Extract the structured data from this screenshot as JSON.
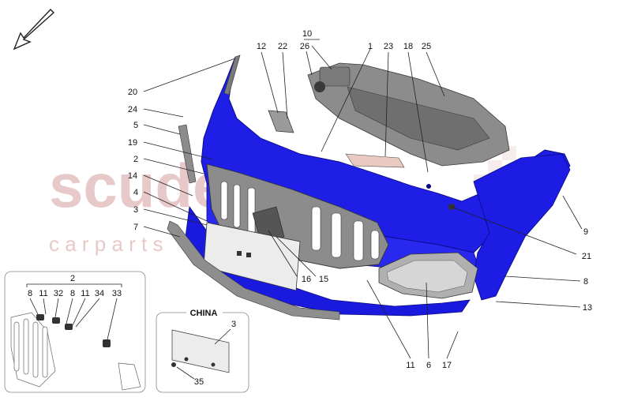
{
  "diagram": {
    "watermark": {
      "main": "scuderia",
      "sub": "c a r p a r t s"
    },
    "inset_china": {
      "title": "CHINA",
      "labels": [
        "3",
        "35"
      ]
    },
    "inset_grille": {
      "group_label": "2",
      "sub_labels": [
        "8",
        "11",
        "32",
        "8",
        "11",
        "34",
        "33"
      ]
    },
    "callouts": [
      "10",
      "12",
      "22",
      "26",
      "1",
      "23",
      "18",
      "25",
      "20",
      "24",
      "5",
      "19",
      "2",
      "14",
      "4",
      "3",
      "7",
      "16",
      "15",
      "9",
      "21",
      "8",
      "13",
      "11",
      "6",
      "17"
    ],
    "colors": {
      "bumper": "#1e1ee6",
      "bumper_dark": "#0d0da8",
      "frame": "#8c8c8c",
      "frame_dark": "#5e5e5e",
      "grille": "#9a9a9a",
      "watermark": "#e8c9c9"
    },
    "icons": {
      "direction": "arrow-icon"
    }
  }
}
